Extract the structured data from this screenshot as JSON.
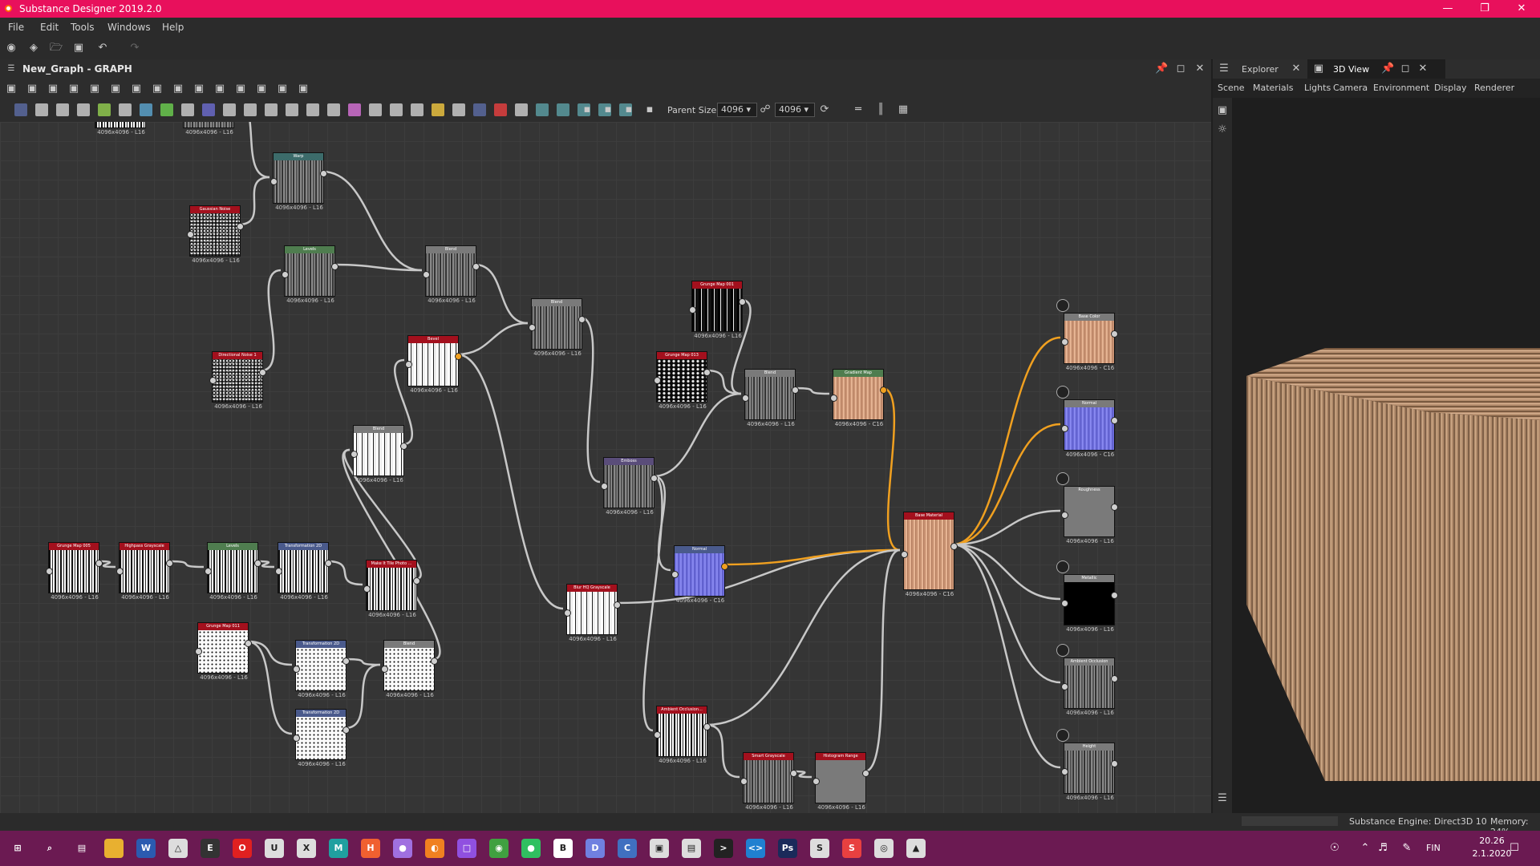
{
  "app": {
    "title": "Substance Designer 2019.2.0"
  },
  "menu": [
    "File",
    "Edit",
    "Tools",
    "Windows",
    "Help"
  ],
  "graph": {
    "title": "New_Graph - GRAPH",
    "parent_size_label": "Parent Size:",
    "parent_size_value": "4096",
    "size_value_2": "4096"
  },
  "right_panel": {
    "tabs": [
      "Explorer",
      "3D View"
    ],
    "submenu": [
      "Scene",
      "Materials",
      "Lights",
      "Camera",
      "Environment",
      "Display",
      "Renderer"
    ]
  },
  "status": {
    "engine": "Substance Engine: Direct3D 10",
    "memory": "Memory: 24%"
  },
  "taskbar": {
    "lang": "FIN",
    "time": "20.26",
    "date": "2.1.2020"
  },
  "colors": {
    "accent": "#e8105c",
    "taskbar": "#6b1a52",
    "wire": "#c8c8c8",
    "wire_active": "#f0a020"
  },
  "nodes": [
    {
      "title": "Anisotropic Noise",
      "label": "4096x4096 - L16"
    },
    {
      "title": "Blur",
      "label": "4096x4096 - L16"
    },
    {
      "title": "Warp",
      "label": "4096x4096 - L16"
    },
    {
      "title": "Gaussian Noise",
      "label": "4096x4096 - L16"
    },
    {
      "title": "Levels",
      "label": "4096x4096 - L16"
    },
    {
      "title": "Blend",
      "label": "4096x4096 - L16"
    },
    {
      "title": "Directional Noise 1",
      "label": "4096x4096 - L16"
    },
    {
      "title": "Bevel",
      "label": "4096x4096 - L16"
    },
    {
      "title": "Blend",
      "label": "4096x4096 - L16"
    },
    {
      "title": "Blend",
      "label": "4096x4096 - L16"
    },
    {
      "title": "Grunge Map 001",
      "label": "4096x4096 - L16"
    },
    {
      "title": "Grunge Map 013",
      "label": "4096x4096 - L16"
    },
    {
      "title": "Blend",
      "label": "4096x4096 - L16"
    },
    {
      "title": "Gradient Map",
      "label": "4096x4096 - C16"
    },
    {
      "title": "Emboss",
      "label": "4096x4096 - L16"
    },
    {
      "title": "Grunge Map 005",
      "label": "4096x4096 - L16"
    },
    {
      "title": "Highpass Grayscale",
      "label": "4096x4096 - L16"
    },
    {
      "title": "Levels",
      "label": "4096x4096 - L16"
    },
    {
      "title": "Transformation 2D",
      "label": "4096x4096 - L16"
    },
    {
      "title": "Make It Tile Photo ...",
      "label": "4096x4096 - L16"
    },
    {
      "title": "Normal",
      "label": "4096x4096 - C16"
    },
    {
      "title": "Blur HQ Grayscale",
      "label": "4096x4096 - L16"
    },
    {
      "title": "Base Material",
      "label": "4096x4096 - C16"
    },
    {
      "title": "Grunge Map 011",
      "label": "4096x4096 - L16"
    },
    {
      "title": "Transformation 2D",
      "label": "4096x4096 - L16"
    },
    {
      "title": "Blend",
      "label": "4096x4096 - L16"
    },
    {
      "title": "Transformation 2D",
      "label": "4096x4096 - L16"
    },
    {
      "title": "Ambient Occlusion...",
      "label": "4096x4096 - L16"
    },
    {
      "title": "Smart Grayscale",
      "label": "4096x4096 - L16"
    },
    {
      "title": "Histogram Range",
      "label": "4096x4096 - L16"
    },
    {
      "title": "Base Color",
      "label": "4096x4096 - C16"
    },
    {
      "title": "Normal",
      "label": "4096x4096 - C16"
    },
    {
      "title": "Roughness",
      "label": "4096x4096 - L16"
    },
    {
      "title": "Metallic",
      "label": "4096x4096 - L16"
    },
    {
      "title": "Ambient Occlusion",
      "label": "4096x4096 - L16"
    },
    {
      "title": "Height",
      "label": "4096x4096 - L16"
    }
  ]
}
